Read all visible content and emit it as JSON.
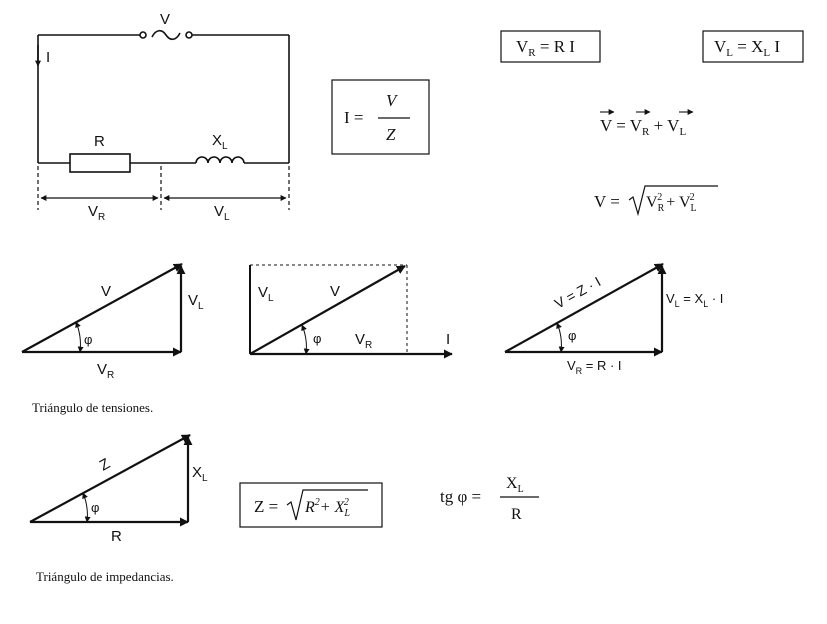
{
  "circuit": {
    "source_label": "V",
    "current_label": "I",
    "resistor_label": "R",
    "inductor_label": "X",
    "inductor_sub": "L",
    "vr_label": "V",
    "vr_sub": "R",
    "vl_label": "V",
    "vl_sub": "L"
  },
  "formulas": {
    "ohm_num": "V",
    "ohm_den": "Z",
    "ohm_lhs": "I =",
    "vr_box": {
      "lhs": "V",
      "sub": "R",
      "rhs": " = R I"
    },
    "vl_box": {
      "lhs": "V",
      "sub": "L",
      "mid": " = X",
      "sub2": "L",
      "rhs": " I"
    },
    "vector_sum": {
      "v": "V",
      "eq": " = ",
      "vr": "V",
      "vr_sub": "R",
      "plus": " + ",
      "vl": "V",
      "vl_sub": "L"
    },
    "magnitude": {
      "lhs": "V =",
      "a": "V",
      "a_sub": "R",
      "a_sup": "2",
      "plus": " + ",
      "b": "V",
      "b_sub": "L",
      "b_sup": "2"
    }
  },
  "triangle1": {
    "hyp": "V",
    "opp": "V",
    "opp_sub": "L",
    "adj": "V",
    "adj_sub": "R",
    "angle": "φ"
  },
  "triangle2": {
    "vl": "V",
    "vl_sub": "L",
    "hyp": "V",
    "angle": "φ",
    "vr": "V",
    "vr_sub": "R",
    "current": "I"
  },
  "triangle3": {
    "hyp": "V = Z · I",
    "opp": "V",
    "opp_sub": "L",
    "opp_rhs": " = X",
    "opp_sub2": "L",
    "opp_tail": " · I",
    "adj": "V",
    "adj_sub": "R",
    "adj_rhs": " = R · I",
    "angle": "φ"
  },
  "caption_tensions": "Triángulo de tensiones.",
  "triangle4": {
    "hyp": "Z",
    "opp": "X",
    "opp_sub": "L",
    "adj": "R",
    "angle": "φ"
  },
  "impedance_formula": {
    "lhs": "Z =",
    "r": "R",
    "r_sup": "2",
    "plus": "+ ",
    "x": "X",
    "x_sub": "L",
    "x_sup": "2"
  },
  "tangent_formula": {
    "lhs": "tg φ =",
    "num": "X",
    "num_sub": "L",
    "den": "R"
  },
  "caption_impedances": "Triángulo de impedancias."
}
